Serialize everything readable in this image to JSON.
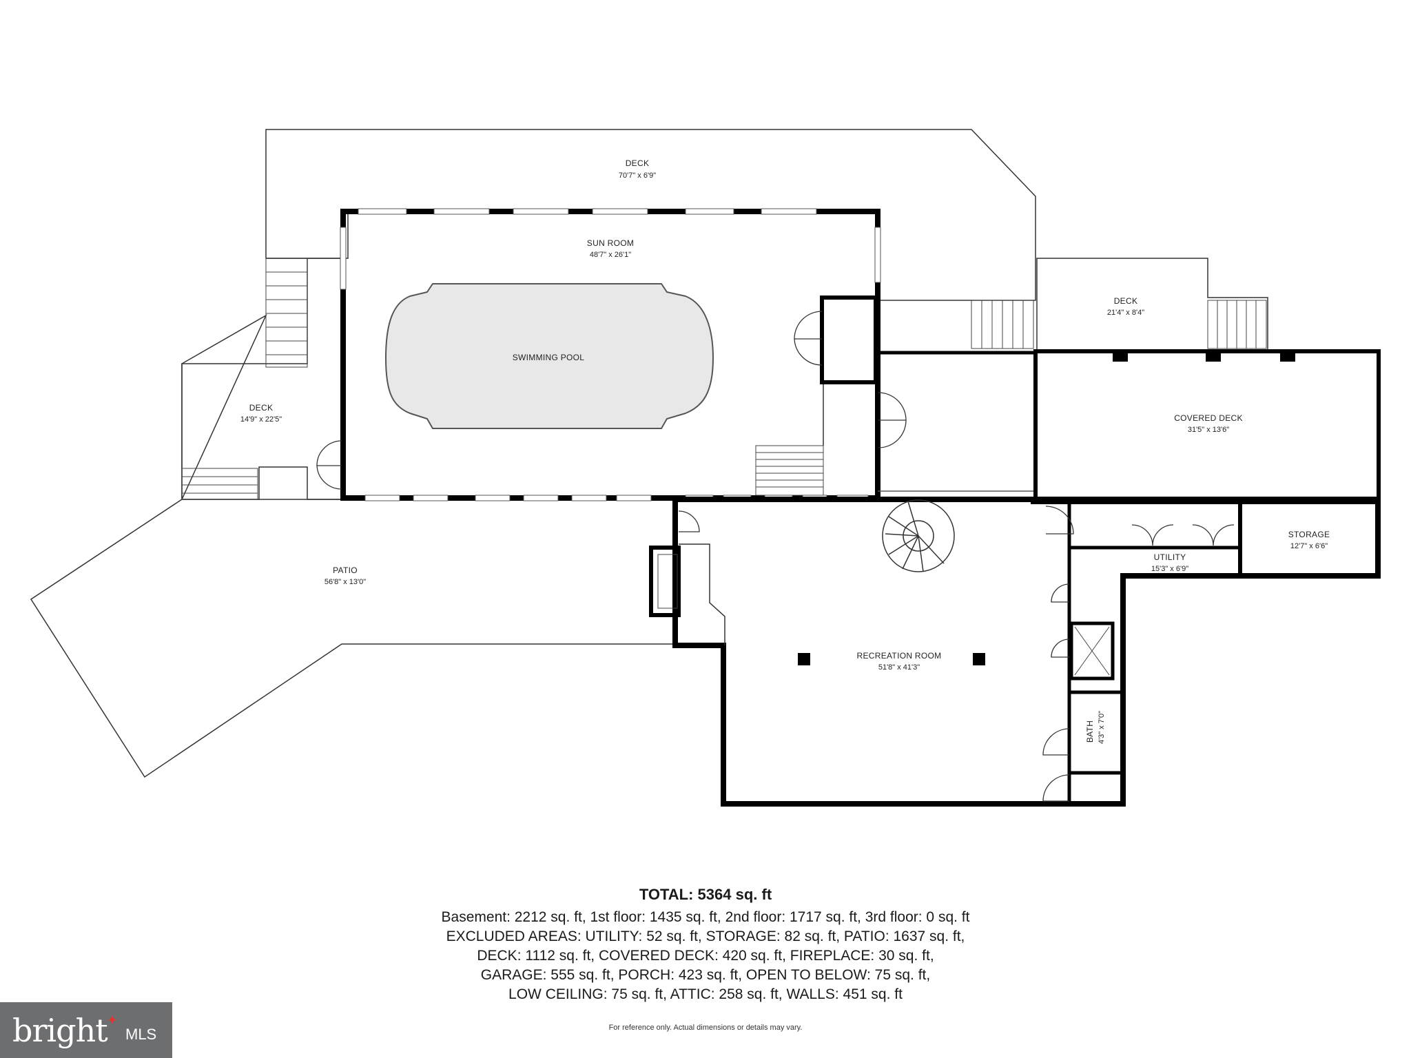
{
  "rooms": {
    "deck_top": {
      "name": "DECK",
      "dims": "70'7\" x 6'9\""
    },
    "sun_room": {
      "name": "SUN ROOM",
      "dims": "48'7\" x 26'1\""
    },
    "swimming_pool": {
      "name": "SWIMMING POOL"
    },
    "deck_right": {
      "name": "DECK",
      "dims": "21'4\" x 8'4\""
    },
    "deck_left": {
      "name": "DECK",
      "dims": "14'9\" x 22'5\""
    },
    "covered_deck": {
      "name": "COVERED DECK",
      "dims": "31'5\" x 13'6\""
    },
    "storage": {
      "name": "STORAGE",
      "dims": "12'7\" x 6'6\""
    },
    "utility": {
      "name": "UTILITY",
      "dims": "15'3\" x 6'9\""
    },
    "patio": {
      "name": "PATIO",
      "dims": "56'8\" x 13'0\""
    },
    "recreation_room": {
      "name": "RECREATION ROOM",
      "dims": "51'8\" x 41'3\""
    },
    "bath": {
      "name": "BATH",
      "dims": "4'3\" x 7'0\""
    }
  },
  "summary": {
    "total": "TOTAL: 5364 sq. ft",
    "lines": [
      "Basement: 2212 sq. ft, 1st floor: 1435 sq. ft, 2nd floor: 1717 sq. ft, 3rd floor: 0 sq. ft",
      "EXCLUDED AREAS: UTILITY: 52 sq. ft, STORAGE: 82 sq. ft, PATIO: 1637 sq. ft,",
      "DECK: 1112 sq. ft, COVERED DECK: 420 sq. ft, FIREPLACE: 30 sq. ft,",
      "GARAGE: 555 sq. ft, PORCH: 423 sq. ft, OPEN TO BELOW: 75 sq. ft,",
      "LOW CEILING: 75 sq. ft, ATTIC: 258 sq. ft, WALLS: 451 sq. ft"
    ]
  },
  "disclaimer": "For reference only. Actual dimensions or details may vary.",
  "logo": {
    "brand": "bright",
    "suffix": "MLS"
  }
}
